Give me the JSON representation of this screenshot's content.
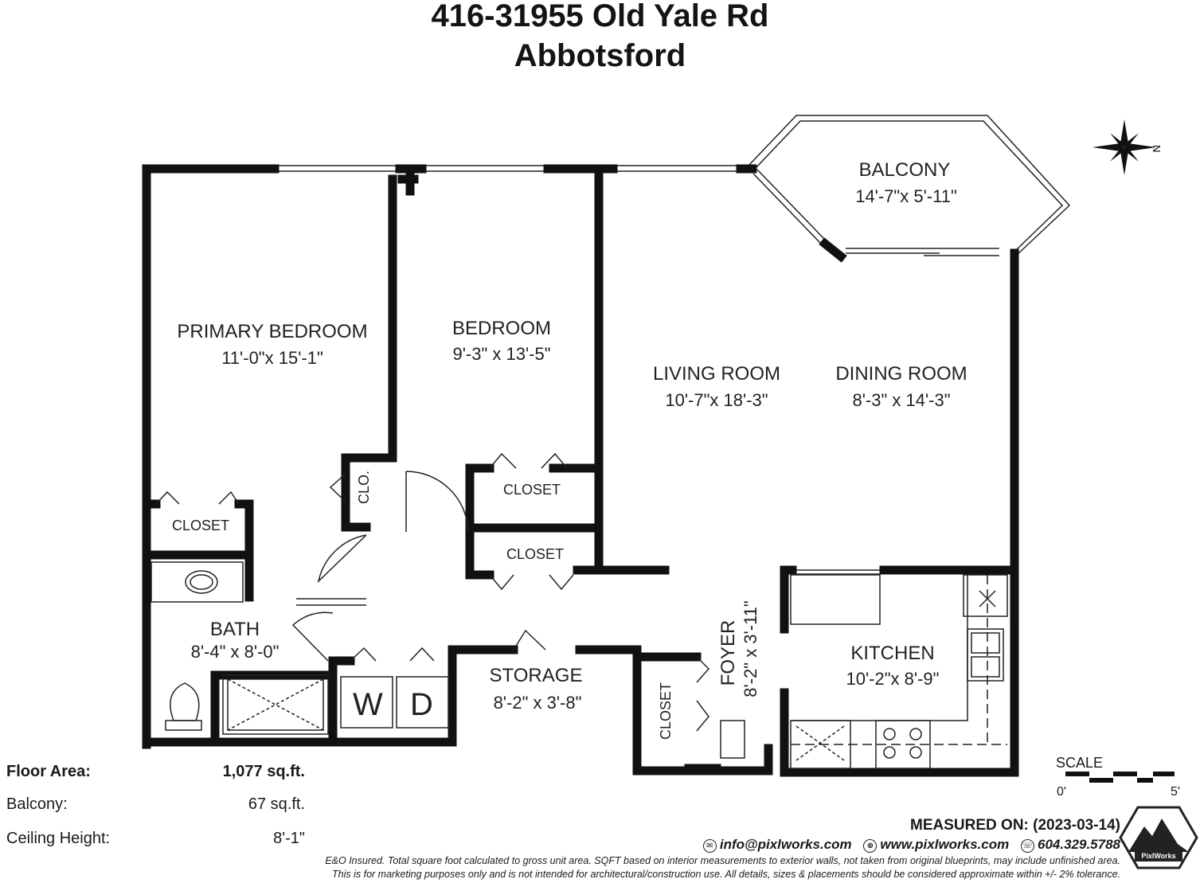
{
  "title": {
    "line1": "416-31955 Old Yale Rd",
    "line2": "Abbotsford"
  },
  "compass_label": "N",
  "rooms": {
    "balcony": {
      "name": "BALCONY",
      "dims": "14'-7\"x 5'-11\""
    },
    "primary_bedroom": {
      "name": "PRIMARY BEDROOM",
      "dims": "11'-0\"x 15'-1\""
    },
    "bedroom": {
      "name": "BEDROOM",
      "dims": "9'-3\" x 13'-5\""
    },
    "living_room": {
      "name": "LIVING ROOM",
      "dims": "10'-7\"x 18'-3\""
    },
    "dining_room": {
      "name": "DINING ROOM",
      "dims": "8'-3\" x 14'-3\""
    },
    "bath": {
      "name": "BATH",
      "dims": "8'-4\" x 8'-0\""
    },
    "storage": {
      "name": "STORAGE",
      "dims": "8'-2\" x 3'-8\""
    },
    "kitchen": {
      "name": "KITCHEN",
      "dims": "10'-2\"x 8'-9\""
    },
    "foyer": {
      "name": "FOYER",
      "dims": "8'-2\" x 3'-11\""
    },
    "closet_primary": {
      "name": "CLOSET"
    },
    "closet_clo": {
      "name": "CLO."
    },
    "closet_bedroom_1": {
      "name": "CLOSET"
    },
    "closet_bedroom_2": {
      "name": "CLOSET"
    },
    "closet_foyer": {
      "name": "CLOSET"
    },
    "washer": {
      "name": "W"
    },
    "dryer": {
      "name": "D"
    }
  },
  "stats": {
    "floor_area_label": "Floor Area:",
    "floor_area_value": "1,077 sq.ft.",
    "balcony_label": "Balcony:",
    "balcony_value": "67 sq.ft.",
    "ceiling_label": "Ceiling Height:",
    "ceiling_value": "8'-1\""
  },
  "scale": {
    "label": "SCALE",
    "start": "0'",
    "end": "5'"
  },
  "footer": {
    "measured_on": "MEASURED ON: (2023-03-14)",
    "email": "info@pixlworks.com",
    "website": "www.pixlworks.com",
    "phone": "604.329.5788",
    "disclaimer1": "E&O Insured.  Total square foot calculated to gross unit area. SQFT based on interior measurements to exterior walls, not taken from original blueprints, may include unfinished area.",
    "disclaimer2": "This is for marketing purposes only and is not intended for architectural/construction use.  All details, sizes & placements should be considered approximate within +/- 2%  tolerance.",
    "logo_text": "PixlWorks"
  },
  "colors": {
    "wall": "#111111",
    "text": "#222222"
  },
  "icons": [
    "compass-rose-icon",
    "email-icon",
    "globe-icon",
    "phone-icon",
    "mountain-logo-icon"
  ]
}
